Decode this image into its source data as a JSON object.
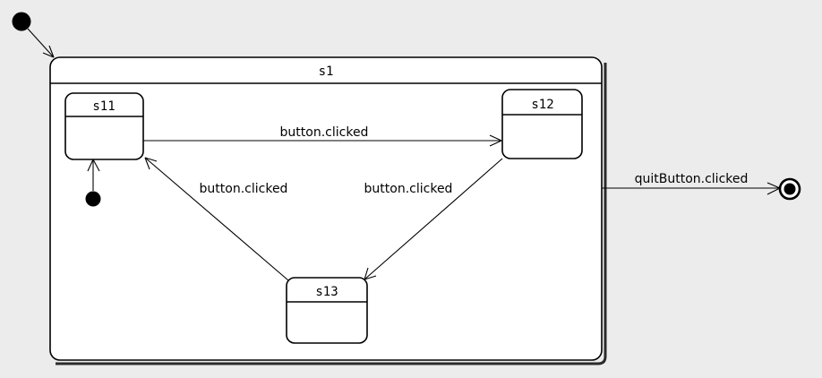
{
  "diagram": {
    "type": "uml-state-machine",
    "background_color": "#ececec",
    "line_color": "#000000",
    "fill_color": "#ffffff",
    "composite_state": {
      "name": "s1",
      "label": "s1"
    },
    "substates": [
      {
        "id": "s11",
        "label": "s11"
      },
      {
        "id": "s12",
        "label": "s12"
      },
      {
        "id": "s13",
        "label": "s13"
      }
    ],
    "pseudostates": [
      {
        "id": "initial-outer",
        "kind": "initial"
      },
      {
        "id": "initial-inner",
        "kind": "initial"
      },
      {
        "id": "final",
        "kind": "final"
      }
    ],
    "transitions": [
      {
        "id": "t-start-s1",
        "from": "initial-outer",
        "to": "s1",
        "label": ""
      },
      {
        "id": "t-start-s11",
        "from": "initial-inner",
        "to": "s11",
        "label": ""
      },
      {
        "id": "t-s11-s12",
        "from": "s11",
        "to": "s12",
        "label": "button.clicked"
      },
      {
        "id": "t-s12-s13",
        "from": "s12",
        "to": "s13",
        "label": "button.clicked"
      },
      {
        "id": "t-s13-s11",
        "from": "s13",
        "to": "s11",
        "label": "button.clicked"
      },
      {
        "id": "t-s1-final",
        "from": "s1",
        "to": "final",
        "label": "quitButton.clicked"
      }
    ]
  }
}
